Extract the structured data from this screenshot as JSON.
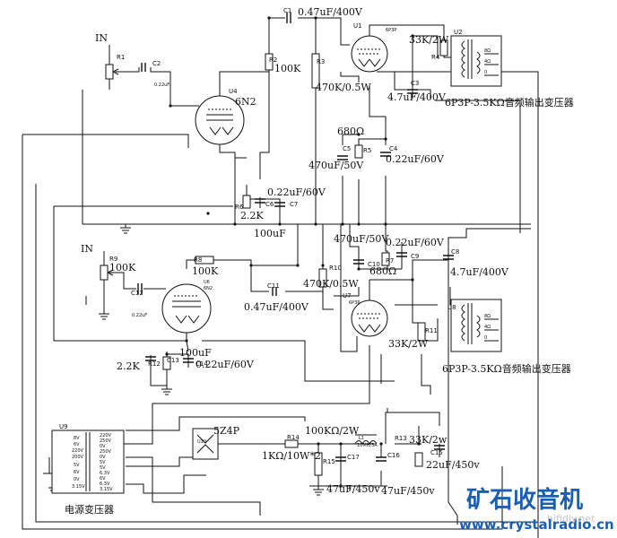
{
  "labels": {
    "in1": "IN",
    "in2": "IN",
    "r1": "R1",
    "c2": "C2",
    "c2_val": "0.22uF",
    "u4": "U4",
    "u4_type": "6N2",
    "c1": "C1",
    "c1_val": "0.47uF/400V",
    "r2": "R2",
    "r2_val": "100K",
    "r3": "R3",
    "r3_val": "470K/0.5W",
    "u1": "U1",
    "u1_type": "6P3P",
    "r4": "R4",
    "r4_val": "33K/2W",
    "u2": "U2",
    "c3": "C3",
    "c3_val": "4.7uF/400V",
    "ot1": "6P3P-3.5KΩ音频输出变压器",
    "r5_val": "680Ω",
    "c5": "C5",
    "r5": "R5",
    "c4": "C4",
    "c5_val": "470uF/50V",
    "c4_val": "0.22uF/60V",
    "c6_val": "0.22uF/60V",
    "c6": "C6",
    "c7": "C7",
    "r6": "R6",
    "r6_val": "2.2K",
    "c7_val": "100uF",
    "c10_val": "470uF/50V",
    "c9_val": "0.22uF/60V",
    "c8": "C8",
    "c10": "C10",
    "r7": "R7",
    "c9": "C9",
    "r7_val": "680Ω",
    "c8_val": "4.7uF/400V",
    "r9": "R9",
    "r9_val": "100K",
    "r8": "R8",
    "r8_val": "100K",
    "u6": "U6",
    "u6_type": "6N2",
    "c12": "C12",
    "c12_val": "0.22uF",
    "c11": "C11",
    "c11_val": "0.47uF/400V",
    "r10": "R10",
    "r10_val": "470K/0.5W",
    "u7": "U7",
    "u7_type": "6P3P",
    "u8": "U8",
    "r11": "R11",
    "r11_val": "33K/2W",
    "ot2": "6P3P-3.5KΩ音频输出变压器",
    "c14_val": "100uF",
    "r12_val": "2.2K",
    "r12": "R12",
    "c13": "C13",
    "c14": "C14",
    "c13_val": "0.22uF/60V",
    "u10": "U10",
    "u10_type": "5Z4P",
    "r14": "R14",
    "r14_val": "100KΩ/2W",
    "r14_val2": "1KΩ/10W*2",
    "l1": "L1",
    "l1_val": "10MH/3A",
    "r13": "R13",
    "r13_val": "33K/2w",
    "r15": "R15",
    "c17": "C17",
    "c16": "C16",
    "c15": "C15",
    "c15_val": "22uF/450v",
    "c17_val": "47uF/450v",
    "c16_val": "47uF/450v",
    "u9": "U9",
    "pt": "电源变压器",
    "ot_pins": [
      "8Ω",
      "4Ω",
      "0"
    ],
    "pt_pins_left": [
      "8V",
      "6V",
      "220V",
      "200V",
      "5V",
      "6V",
      "0V",
      "3.15V"
    ],
    "pt_pins_right": [
      "220V",
      "250V",
      "0V",
      "250V",
      "0V",
      "5V",
      "5V",
      "6.3V",
      "6V",
      "6.3V",
      "3.15V"
    ],
    "brand": "矿石收音机",
    "url": "www.crystalradio.cn",
    "watermark": "hifidiy.net"
  },
  "colors": {
    "ink": "#111111",
    "brand": "#1a5fb4",
    "watermark": "#c8c8c8"
  }
}
